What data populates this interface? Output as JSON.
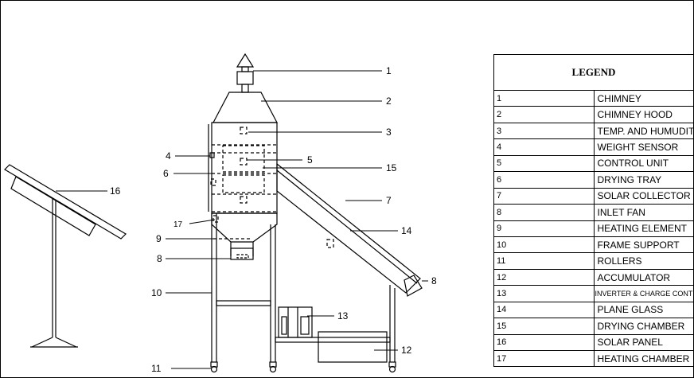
{
  "legend": {
    "title": "LEGEND",
    "items": [
      {
        "num": "1",
        "label": "CHIMNEY"
      },
      {
        "num": "2",
        "label": "CHIMNEY HOOD"
      },
      {
        "num": "3",
        "label": "TEMP. AND HUMUDITY SENSOR"
      },
      {
        "num": "4",
        "label": "WEIGHT SENSOR"
      },
      {
        "num": "5",
        "label": "CONTROL UNIT"
      },
      {
        "num": "6",
        "label": "DRYING TRAY"
      },
      {
        "num": "7",
        "label": "SOLAR COLLECTOR"
      },
      {
        "num": "8",
        "label": "INLET FAN"
      },
      {
        "num": "9",
        "label": "HEATING ELEMENT"
      },
      {
        "num": "10",
        "label": "FRAME SUPPORT"
      },
      {
        "num": "11",
        "label": "ROLLERS"
      },
      {
        "num": "12",
        "label": "ACCUMULATOR"
      },
      {
        "num": "13",
        "label": "INVERTER & CHARGE CONTROLLER ASSEMBLY"
      },
      {
        "num": "14",
        "label": "PLANE GLASS"
      },
      {
        "num": "15",
        "label": "DRYING CHAMBER"
      },
      {
        "num": "16",
        "label": "SOLAR PANEL"
      },
      {
        "num": "17",
        "label": "HEATING CHAMBER"
      }
    ]
  },
  "callouts": {
    "c1": "1",
    "c2": "2",
    "c3": "3",
    "c4": "4",
    "c5": "5",
    "c6": "6",
    "c7": "7",
    "c8_fan": "8",
    "c8_inlet": "8",
    "c9": "9",
    "c10": "10",
    "c11": "11",
    "c12": "12",
    "c13": "13",
    "c14": "14",
    "c15": "15",
    "c16": "16",
    "c17": "17"
  }
}
